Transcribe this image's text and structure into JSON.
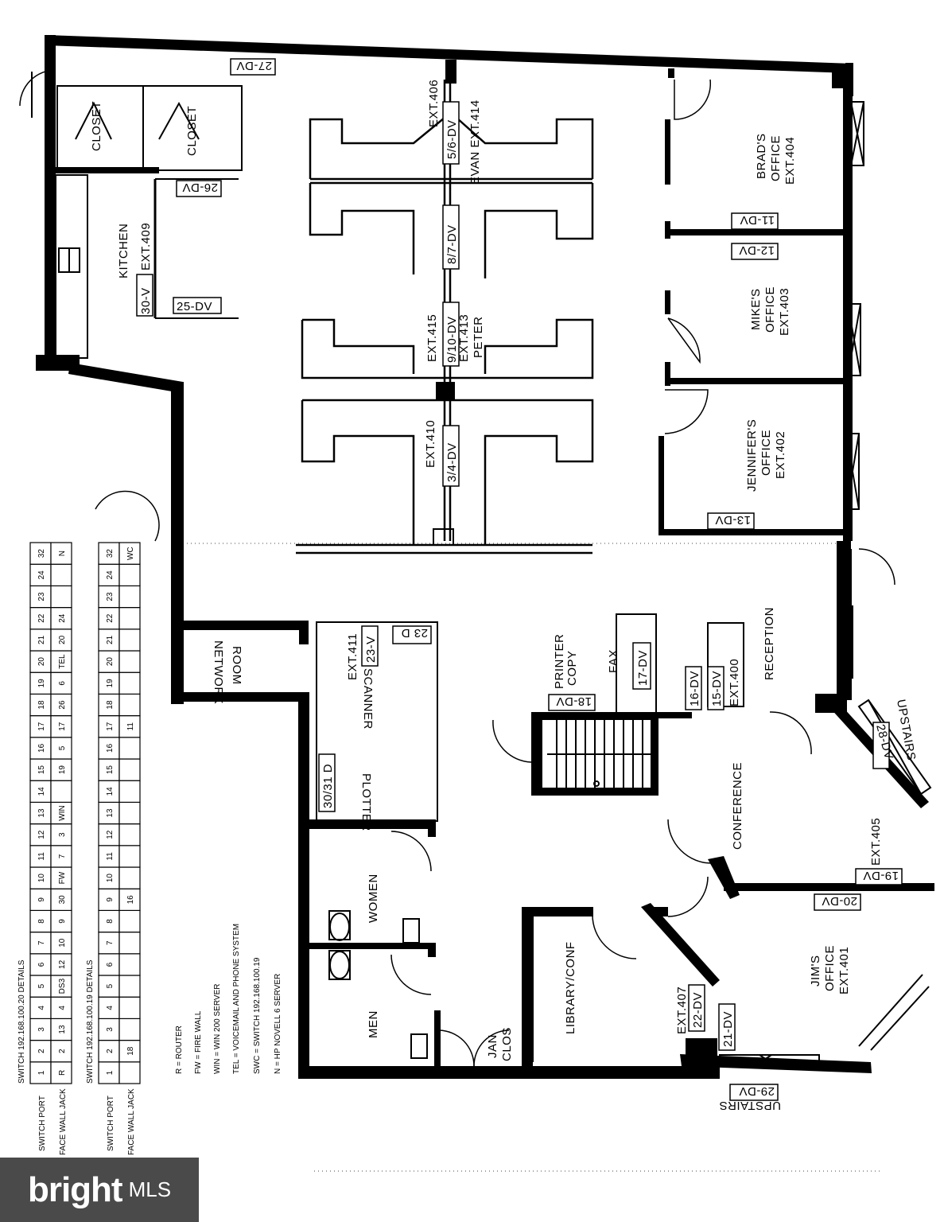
{
  "rooms": {
    "kitchen": "KITCHEN",
    "kitchen_ext": "EXT.409",
    "closet_a": "CLOSET",
    "closet_b": "CLOSET",
    "network_room_1": "NETWORK",
    "network_room_2": "ROOM",
    "scanner": "SCANNER",
    "plotter": "PLOTTER",
    "women": "WOMEN",
    "men": "MEN",
    "jan_clos_1": "JAN",
    "jan_clos_2": "CLOS",
    "library": "LIBRARY/CONF",
    "conference": "CONFERENCE",
    "reception": "RECEPTION",
    "printer": "PRINTER",
    "copy": "COPY",
    "fax": "FAX",
    "upstairs_a": "UPSTAIRS",
    "upstairs_b": "UPSTAIRS",
    "brad_1": "BRAD'S",
    "brad_2": "OFFICE",
    "brad_3": "EXT.404",
    "mike_1": "MIKE'S",
    "mike_2": "OFFICE",
    "mike_3": "EXT.403",
    "jennifer_1": "JENNIFER'S",
    "jennifer_2": "OFFICE",
    "jennifer_3": "EXT.402",
    "jim_1": "JIM'S",
    "jim_2": "OFFICE",
    "jim_3": "EXT.401",
    "cube_ext_406": "EXT.406",
    "cube_evan": "EVAN EXT.414",
    "cube_ext_415": "EXT.415",
    "cube_peter_1": "EXT.413",
    "cube_peter_2": "PETER",
    "cube_ext_410": "EXT.410",
    "scanner_ext": "EXT.411",
    "reception_ext": "EXT.400",
    "conference_ext": "EXT.405",
    "library_ext": "EXT.407"
  },
  "drops": {
    "d27": "27-DV",
    "d26": "26-DV",
    "d25": "25-DV",
    "d30": "30-V",
    "d56": "5/6-DV",
    "d87": "8/7-DV",
    "d910": "9/10-DV",
    "d34": "3/4-DV",
    "d11": "11-DV",
    "d12": "12-DV",
    "d13": "13-DV",
    "d23v": "23-V",
    "d23d": "23 D",
    "d3031": "30/31 D",
    "d18": "18-DV",
    "d17": "17-DV",
    "d16": "16-DV",
    "d15": "15-DV",
    "d28": "28-DV",
    "d19": "19-DV",
    "d20": "20-DV",
    "d22": "22-DV",
    "d21": "21-DV",
    "d29": "29-DV"
  },
  "switch1": {
    "title": "SWITCH 192.168.100.20 DETAILS",
    "row1_label": "SWITCH PORT",
    "row2_label": "FACE WALL JACK",
    "ports": [
      "1",
      "2",
      "3",
      "4",
      "5",
      "6",
      "7",
      "8",
      "9",
      "10",
      "11",
      "12",
      "13",
      "14",
      "15",
      "16",
      "17",
      "18",
      "19",
      "20",
      "21",
      "22",
      "23",
      "24",
      "32"
    ],
    "jacks": [
      "R",
      "2",
      "13",
      "4",
      "DS3",
      "12",
      "10",
      "9",
      "30",
      "FW",
      "7",
      "3",
      "WIN",
      "",
      "19",
      "5",
      "17",
      "26",
      "6",
      "TEL",
      "20",
      "24",
      "",
      "",
      "N"
    ]
  },
  "switch2": {
    "title": "SWITCH 192.168.100.19 DETAILS",
    "row1_label": "SWITCH PORT",
    "row2_label": "FACE WALL JACK",
    "ports": [
      "1",
      "2",
      "3",
      "4",
      "5",
      "6",
      "7",
      "8",
      "9",
      "10",
      "11",
      "12",
      "13",
      "14",
      "15",
      "16",
      "17",
      "18",
      "19",
      "20",
      "21",
      "22",
      "23",
      "24",
      "32"
    ],
    "jacks": [
      "",
      "18",
      "",
      "",
      "",
      "",
      "",
      "",
      "16",
      "",
      "",
      "",
      "",
      "",
      "",
      "",
      "11",
      "",
      "",
      "",
      "",
      "",
      "",
      "",
      "WC"
    ]
  },
  "legend": [
    "R  = ROUTER",
    "FW  = FIRE WALL",
    "WIN  = WIN 200 SERVER",
    "TEL  = VOICEMAIL AND PHONE SYSTEM",
    "SWC  = SWITCH 192.168.100.19",
    "N  = HP NOVELL 6 SERVER"
  ],
  "watermark": {
    "brand": "bright",
    "suffix": "MLS"
  }
}
